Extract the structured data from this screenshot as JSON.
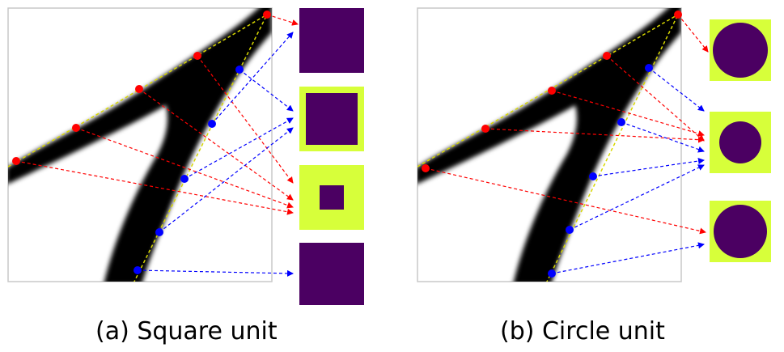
{
  "panels": [
    {
      "caption": "(a) Square unit",
      "unit_shape": "square"
    },
    {
      "caption": "(b) Circle unit",
      "unit_shape": "circle"
    }
  ],
  "colors": {
    "stroke": "#000000",
    "red_points": "#ff0000",
    "blue_points": "#0000ff",
    "guide_line": "#d8d800",
    "unit_fill": "#4b0062",
    "unit_background": "#d7ff3a",
    "frame": "#c8c8c8"
  }
}
